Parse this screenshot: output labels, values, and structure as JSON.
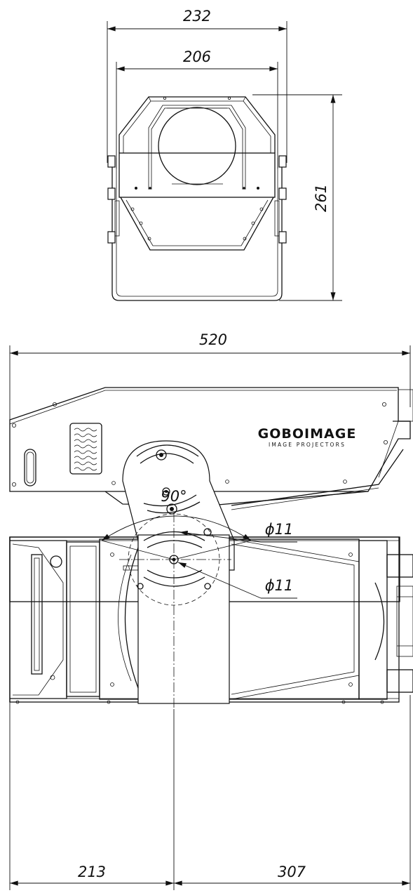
{
  "front_view": {
    "dim_outer_width": "232",
    "dim_inner_width": "206",
    "dim_height": "261"
  },
  "side_view": {
    "dim_length": "520",
    "logo_main": "GOBOIMAGE",
    "logo_sub": "IMAGE PROJECTORS"
  },
  "top_view": {
    "dim_angle": "90°",
    "dim_hole_upper": "ϕ11",
    "dim_hole_lower": "ϕ11",
    "dim_left_length": "213",
    "dim_right_length": "307"
  }
}
